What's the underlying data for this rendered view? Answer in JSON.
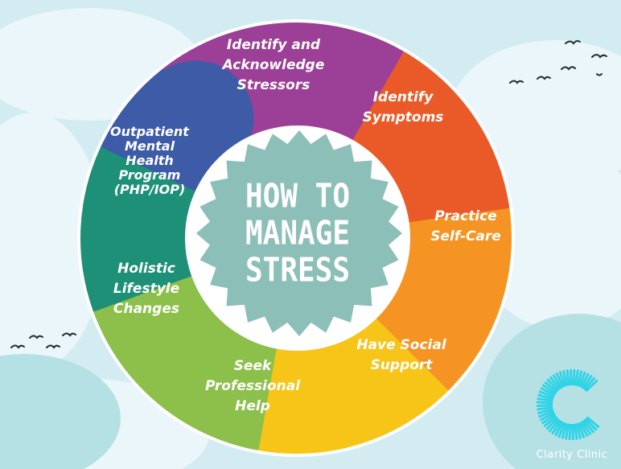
{
  "center_title": "HOW TO\nMANAGE\nSTRESS",
  "segments": [
    {
      "label": "Identify and\nAcknowledge\nStressors",
      "color": "#9c3f97"
    },
    {
      "label": "Identify\nSymptoms",
      "color": "#ea5a28"
    },
    {
      "label": "Practice\nSelf-Care",
      "color": "#f59422"
    },
    {
      "label": "Have Social\nSupport",
      "color": "#f7c418"
    },
    {
      "label": "Seek\nProfessional\nHelp",
      "color": "#8cc04a"
    },
    {
      "label": "Holistic\nLifestyle\nChanges",
      "color": "#1e9077"
    },
    {
      "label": "Outpatient\nMental\nHealth\nProgram\n(PHP/IOP)",
      "color": "#3d5ba6"
    }
  ],
  "center_badge_color": "#8dbfb9",
  "brand": {
    "name": "Clarity Clinic",
    "logo_icon": "c-sunburst-icon",
    "color": "#2fd3e6"
  }
}
